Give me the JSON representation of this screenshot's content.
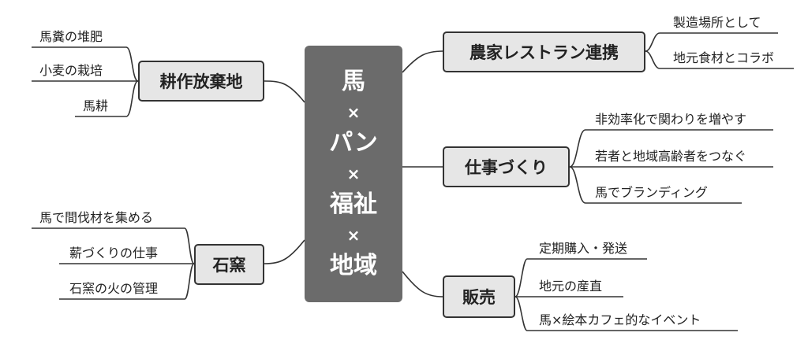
{
  "center": {
    "lines": [
      "馬",
      "×",
      "パン",
      "×",
      "福祉",
      "×",
      "地域"
    ]
  },
  "branches": {
    "farm_restaurant": {
      "label": "農家レストラン連携",
      "leaves": [
        "製造場所として",
        "地元食材とコラボ"
      ]
    },
    "job_creation": {
      "label": "仕事づくり",
      "leaves": [
        "非効率化で関わりを増やす",
        "若者と地域高齢者をつなぐ",
        "馬でブランディング"
      ]
    },
    "sales": {
      "label": "販売",
      "leaves": [
        "定期購入・発送",
        "地元の産直",
        "馬×絵本カフェ的なイベント"
      ]
    },
    "abandoned_farmland": {
      "label": "耕作放棄地",
      "leaves": [
        "馬糞の堆肥",
        "小麦の栽培",
        "馬耕"
      ]
    },
    "stone_oven": {
      "label": "石窯",
      "leaves": [
        "馬で間伐材を集める",
        "薪づくりの仕事",
        "石窯の火の管理"
      ]
    }
  }
}
